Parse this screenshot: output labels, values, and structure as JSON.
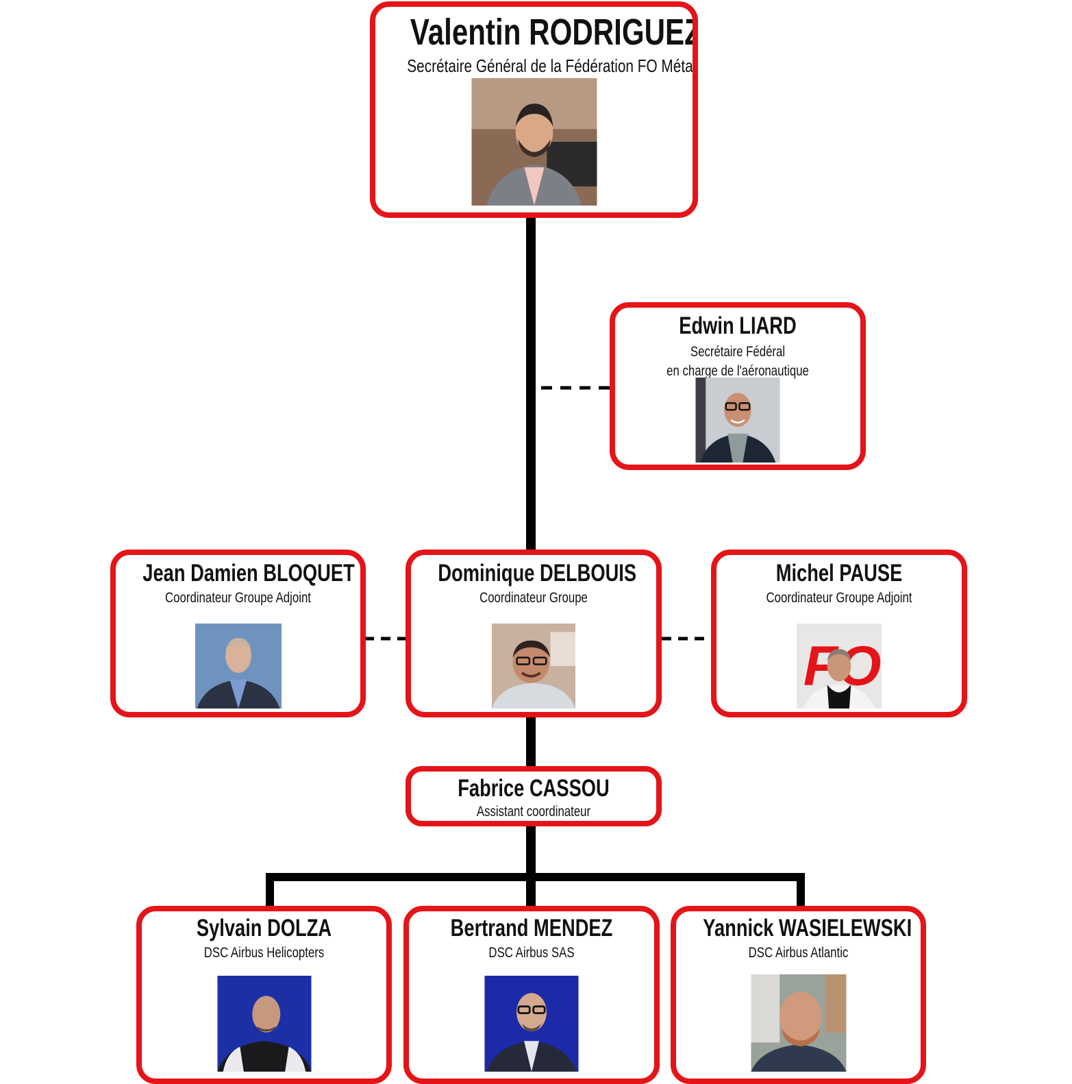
{
  "colors": {
    "card_border": "#e41419",
    "connector": "#000000",
    "text": "#111111"
  },
  "nodes": {
    "rodriguez": {
      "first": "Valentin",
      "last": "RODRIGUEZ",
      "role": "Secrétaire Général de la Fédération FO Métallurgie",
      "photo_icon": "person-portrait-icon"
    },
    "liard": {
      "first": "Edwin",
      "last": "LIARD",
      "role_line1": "Secrétaire Fédéral",
      "role_line2": "en charge de l'aéronautique",
      "photo_icon": "person-portrait-icon"
    },
    "bloquet": {
      "first": "Jean Damien",
      "last": "BLOQUET",
      "role": "Coordinateur Groupe Adjoint",
      "photo_icon": "person-portrait-icon"
    },
    "delbouis": {
      "first": "Dominique",
      "last": "DELBOUIS",
      "role": "Coordinateur Groupe",
      "photo_icon": "person-portrait-icon"
    },
    "pause": {
      "first": "Michel",
      "last": "PAUSE",
      "role": "Coordinateur Groupe Adjoint",
      "photo_icon": "person-portrait-icon",
      "photo_logo": "FO"
    },
    "cassou": {
      "first": "Fabrice",
      "last": "CASSOU",
      "role": "Assistant coordinateur"
    },
    "dolza": {
      "first": "Sylvain",
      "last": "DOLZA",
      "role": "DSC Airbus Helicopters",
      "photo_icon": "person-portrait-icon"
    },
    "mendez": {
      "first": "Bertrand",
      "last": "MENDEZ",
      "role": "DSC Airbus SAS",
      "photo_icon": "person-portrait-icon"
    },
    "wasielewski": {
      "first": "Yannick",
      "last": "WASIELEWSKI",
      "role": "DSC Airbus Atlantic",
      "photo_icon": "person-portrait-icon"
    }
  }
}
